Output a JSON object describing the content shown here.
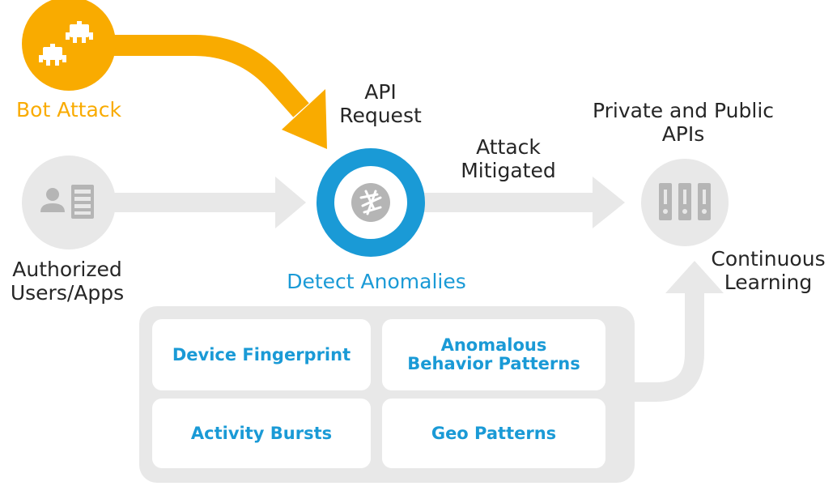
{
  "labels": {
    "bot_attack": "Bot Attack",
    "api_request": [
      "API",
      "Request"
    ],
    "authorized": [
      "Authorized",
      "Users/Apps"
    ],
    "detect": "Detect Anomalies",
    "attack_mitigated": [
      "Attack",
      "Mitigated"
    ],
    "apis": [
      "Private and Public",
      "APIs"
    ],
    "continuous": [
      "Continuous",
      "Learning"
    ]
  },
  "signals": [
    {
      "label": [
        "Device Fingerprint"
      ]
    },
    {
      "label": [
        "Anomalous",
        "Behavior Patterns"
      ]
    },
    {
      "label": [
        "Activity Bursts"
      ]
    },
    {
      "label": [
        "Geo Patterns"
      ]
    }
  ],
  "colors": {
    "orange": "#f9ab00",
    "blue": "#1a9ad6",
    "gray_light": "#e8e8e8",
    "gray_icon": "#b5b5b5",
    "text": "#262626"
  },
  "icons": {
    "bot": "robot-swarm-icon",
    "users": "user-card-icon",
    "detector": "aperture-icon",
    "apis": "api-servers-icon"
  }
}
